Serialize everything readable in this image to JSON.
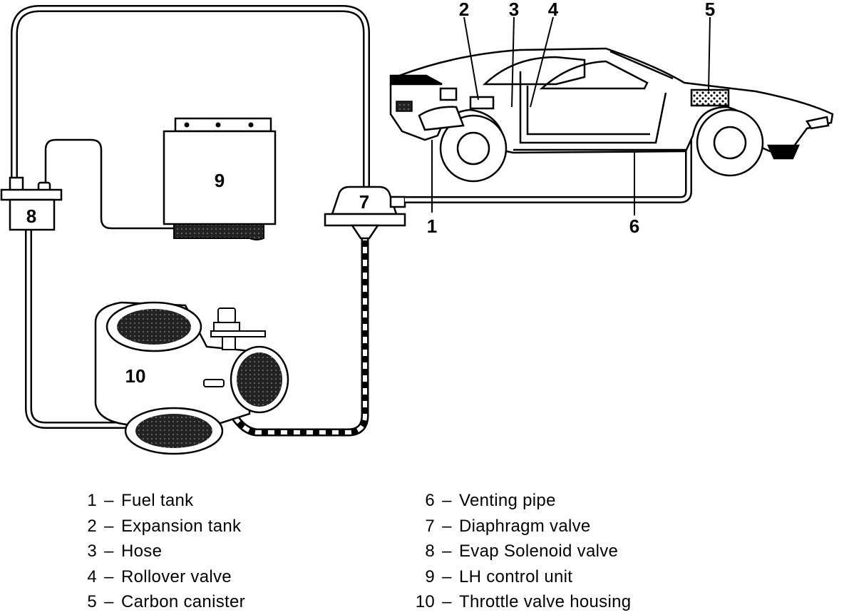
{
  "callouts": {
    "c1": "1",
    "c2": "2",
    "c3": "3",
    "c4": "4",
    "c5": "5",
    "c6": "6",
    "c7": "7",
    "c8": "8",
    "c9": "9",
    "c10": "10"
  },
  "legend": {
    "left": [
      {
        "num": "1",
        "label": "Fuel tank"
      },
      {
        "num": "2",
        "label": "Expansion tank"
      },
      {
        "num": "3",
        "label": "Hose"
      },
      {
        "num": "4",
        "label": "Rollover valve"
      },
      {
        "num": "5",
        "label": "Carbon canister"
      }
    ],
    "right": [
      {
        "num": "6",
        "label": "Venting pipe"
      },
      {
        "num": "7",
        "label": "Diaphragm valve"
      },
      {
        "num": "8",
        "label": "Evap Solenoid valve"
      },
      {
        "num": "9",
        "label": "LH control unit"
      },
      {
        "num": "10",
        "label": "Throttle valve housing"
      }
    ],
    "dash": "–"
  }
}
